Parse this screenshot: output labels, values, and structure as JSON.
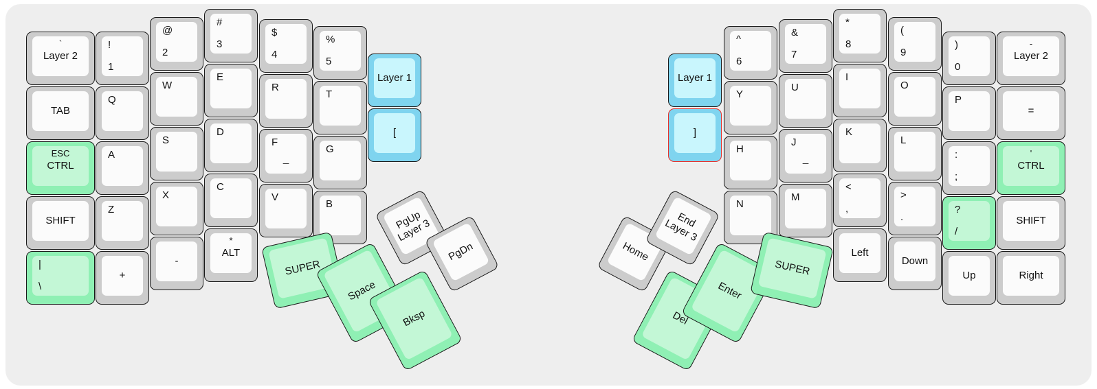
{
  "meta": {
    "title": "Split ergonomic keyboard layout",
    "background_color": "#eeeeee",
    "key_body_color": "#cccccc",
    "key_cap_color": "#fbfbfb",
    "green_body_color": "#8ff0b4",
    "green_cap_color": "#c3f7d6",
    "blue_body_color": "#7fd4ef",
    "blue_cap_color": "#c9f6fd",
    "selected_border_color": "#e8302a"
  },
  "left_half": {
    "columns": [
      {
        "name": "pinky-outer",
        "keys": [
          {
            "top": "`",
            "main": "Layer 2",
            "style": "plain"
          },
          {
            "top": "",
            "main": "TAB",
            "style": "plain"
          },
          {
            "top": "ESC",
            "main": "CTRL",
            "style": "green"
          },
          {
            "top": "",
            "main": "SHIFT",
            "style": "plain"
          },
          {
            "top": "|",
            "main": "\\",
            "style": "green"
          }
        ]
      },
      {
        "name": "pinky",
        "keys": [
          {
            "top": "!",
            "main": "1",
            "style": "plain"
          },
          {
            "top": "Q",
            "main": "",
            "style": "plain"
          },
          {
            "top": "A",
            "main": "",
            "style": "plain"
          },
          {
            "top": "Z",
            "main": "",
            "style": "plain"
          },
          {
            "top": "",
            "main": "+",
            "style": "plain"
          }
        ]
      },
      {
        "name": "ring",
        "keys": [
          {
            "top": "@",
            "main": "2",
            "style": "plain"
          },
          {
            "top": "W",
            "main": "",
            "style": "plain"
          },
          {
            "top": "S",
            "main": "",
            "style": "plain"
          },
          {
            "top": "X",
            "main": "",
            "style": "plain"
          },
          {
            "top": "",
            "main": "-",
            "style": "plain"
          }
        ]
      },
      {
        "name": "middle",
        "keys": [
          {
            "top": "#",
            "main": "3",
            "style": "plain"
          },
          {
            "top": "E",
            "main": "",
            "style": "plain"
          },
          {
            "top": "D",
            "main": "",
            "style": "plain"
          },
          {
            "top": "C",
            "main": "",
            "style": "plain"
          },
          {
            "top": "*",
            "main": "ALT",
            "style": "plain"
          }
        ]
      },
      {
        "name": "index",
        "keys": [
          {
            "top": "$",
            "main": "4",
            "style": "plain"
          },
          {
            "top": "R",
            "main": "",
            "style": "plain"
          },
          {
            "top": "F",
            "main": "",
            "style": "plain",
            "homing": true
          },
          {
            "top": "V",
            "main": "",
            "style": "plain"
          }
        ]
      },
      {
        "name": "index-inner",
        "keys": [
          {
            "top": "%",
            "main": "5",
            "style": "plain"
          },
          {
            "top": "T",
            "main": "",
            "style": "plain"
          },
          {
            "top": "G",
            "main": "",
            "style": "plain"
          },
          {
            "top": "B",
            "main": "",
            "style": "plain"
          }
        ]
      },
      {
        "name": "layer-column",
        "keys": [
          {
            "top": "",
            "main": "Layer 1",
            "style": "blue"
          },
          {
            "top": "",
            "main": "[",
            "style": "blue"
          }
        ]
      }
    ],
    "thumb_cluster": [
      {
        "name": "super",
        "main": "SUPER",
        "style": "green",
        "rotation": -12
      },
      {
        "name": "pgup-layer3",
        "main": "PgUp\nLayer 3",
        "style": "plain",
        "rotation": -28
      },
      {
        "name": "pgdn",
        "main": "PgDn",
        "style": "plain",
        "rotation": -28
      },
      {
        "name": "space",
        "main": "Space",
        "style": "green",
        "rotation": -28
      },
      {
        "name": "bksp",
        "main": "Bksp",
        "style": "green",
        "rotation": -28
      }
    ]
  },
  "right_half": {
    "columns": [
      {
        "name": "layer-column",
        "keys": [
          {
            "top": "",
            "main": "Layer 1",
            "style": "blue"
          },
          {
            "top": "",
            "main": "]",
            "style": "blue",
            "selected": true
          }
        ]
      },
      {
        "name": "index-inner",
        "keys": [
          {
            "top": "^",
            "main": "6",
            "style": "plain"
          },
          {
            "top": "Y",
            "main": "",
            "style": "plain"
          },
          {
            "top": "H",
            "main": "",
            "style": "plain"
          },
          {
            "top": "N",
            "main": "",
            "style": "plain"
          }
        ]
      },
      {
        "name": "index",
        "keys": [
          {
            "top": "&",
            "main": "7",
            "style": "plain"
          },
          {
            "top": "U",
            "main": "",
            "style": "plain"
          },
          {
            "top": "J",
            "main": "",
            "style": "plain",
            "homing": true
          },
          {
            "top": "M",
            "main": "",
            "style": "plain"
          }
        ]
      },
      {
        "name": "middle",
        "keys": [
          {
            "top": "*",
            "main": "8",
            "style": "plain"
          },
          {
            "top": "I",
            "main": "",
            "style": "plain"
          },
          {
            "top": "K",
            "main": "",
            "style": "plain"
          },
          {
            "top": "<",
            "main": ",",
            "style": "plain"
          },
          {
            "top": "",
            "main": "Left",
            "style": "plain"
          }
        ]
      },
      {
        "name": "ring",
        "keys": [
          {
            "top": "(",
            "main": "9",
            "style": "plain"
          },
          {
            "top": "O",
            "main": "",
            "style": "plain"
          },
          {
            "top": "L",
            "main": "",
            "style": "plain"
          },
          {
            "top": ">",
            "main": ".",
            "style": "plain"
          },
          {
            "top": "",
            "main": "Down",
            "style": "plain"
          }
        ]
      },
      {
        "name": "pinky",
        "keys": [
          {
            "top": ")",
            "main": "0",
            "style": "plain"
          },
          {
            "top": "P",
            "main": "",
            "style": "plain"
          },
          {
            "top": ":",
            "main": ";",
            "style": "plain"
          },
          {
            "top": "?",
            "main": "/",
            "style": "green"
          },
          {
            "top": "",
            "main": "Up",
            "style": "plain"
          }
        ]
      },
      {
        "name": "pinky-outer",
        "keys": [
          {
            "top": "-",
            "main": "Layer 2",
            "style": "plain"
          },
          {
            "top": "",
            "main": "=",
            "style": "plain"
          },
          {
            "top": "'",
            "main": "CTRL",
            "style": "green"
          },
          {
            "top": "",
            "main": "SHIFT",
            "style": "plain"
          },
          {
            "top": "",
            "main": "Right",
            "style": "plain"
          }
        ]
      }
    ],
    "thumb_cluster": [
      {
        "name": "home",
        "main": "Home",
        "style": "plain",
        "rotation": 28
      },
      {
        "name": "end-layer3",
        "main": "End\nLayer 3",
        "style": "plain",
        "rotation": 28
      },
      {
        "name": "del",
        "main": "Del",
        "style": "green",
        "rotation": 28
      },
      {
        "name": "enter",
        "main": "Enter",
        "style": "green",
        "rotation": 28
      },
      {
        "name": "super",
        "main": "SUPER",
        "style": "green",
        "rotation": 12
      }
    ]
  }
}
